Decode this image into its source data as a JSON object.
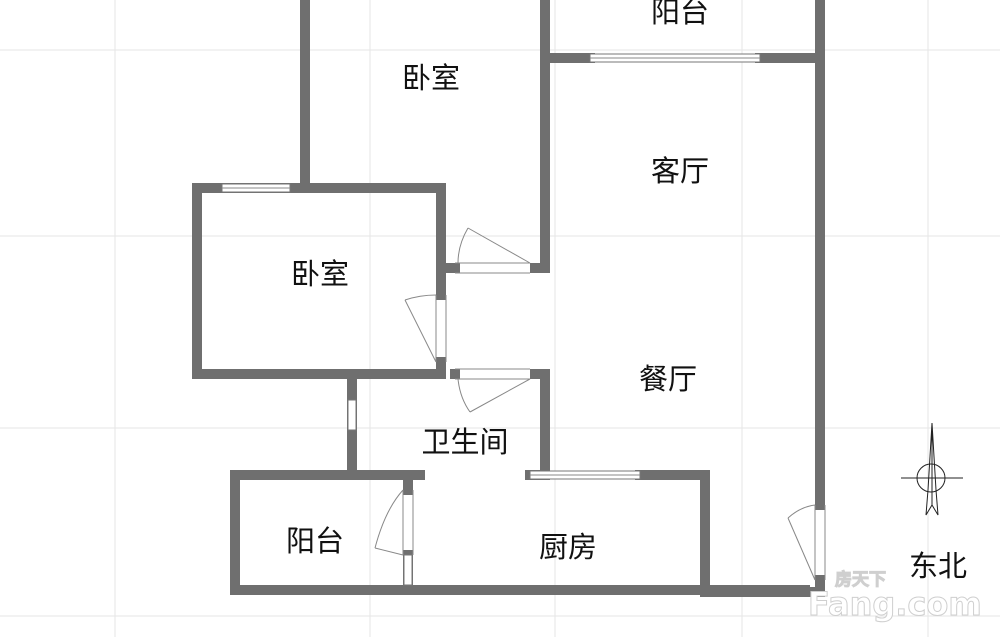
{
  "rooms": {
    "balcony_top": "阳台",
    "bedroom_master": "卧室",
    "living_room": "客厅",
    "bedroom_second": "卧室",
    "dining_room": "餐厅",
    "bathroom": "卫生间",
    "balcony_bottom": "阳台",
    "kitchen": "厨房"
  },
  "orientation": {
    "label": "东北",
    "icon": "compass-north-arrow-icon"
  },
  "watermark": {
    "cn": "房天下",
    "en": "Fang.com"
  },
  "colors": {
    "wall": "#6f6f6f",
    "grid": "#e6e6e6"
  }
}
